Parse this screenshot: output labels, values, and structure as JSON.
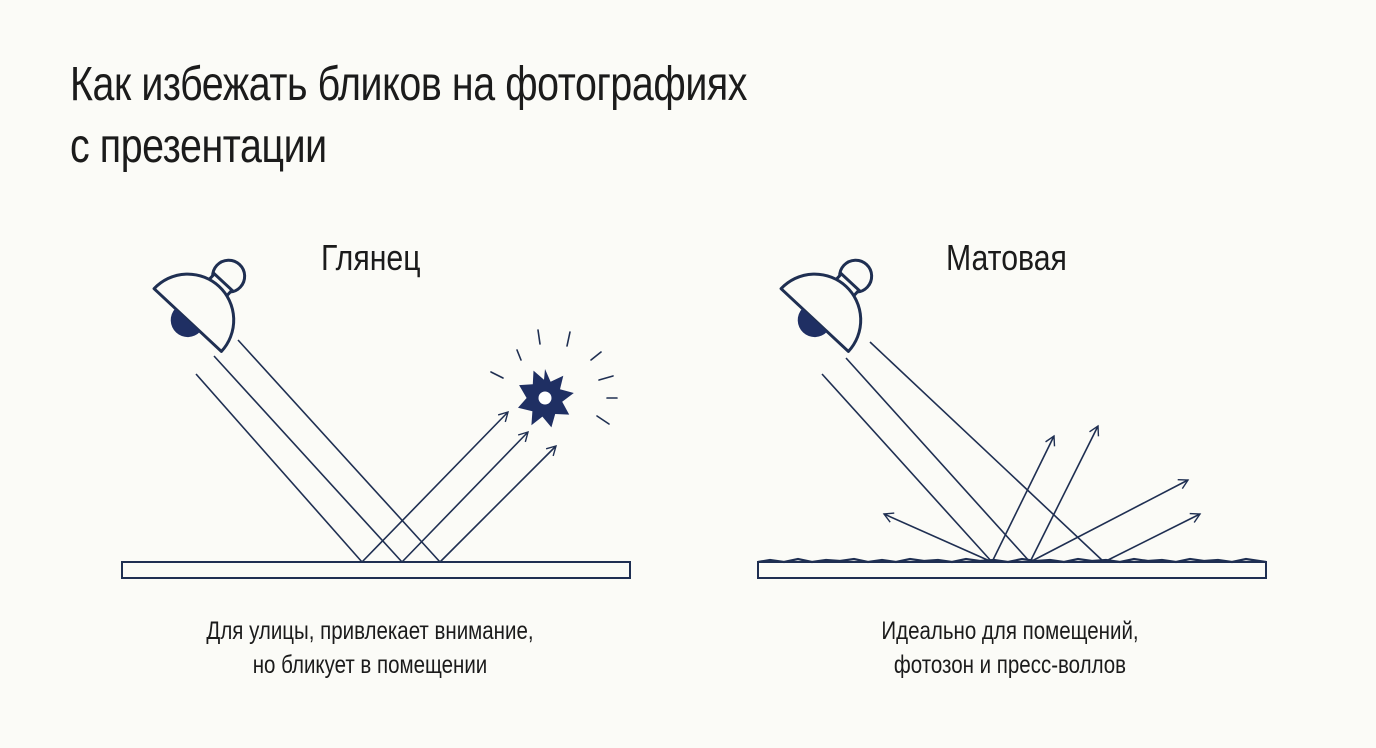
{
  "title": {
    "line1": "Как избежать бликов на фотографиях",
    "line2": "с презентации"
  },
  "panels": [
    {
      "id": "glossy",
      "heading": "Глянец",
      "caption_line1": "Для улицы, привлекает внимание,",
      "caption_line2": "но бликует в помещении"
    },
    {
      "id": "matte",
      "heading": "Матовая",
      "caption_line1": "Идеально для помещений,",
      "caption_line2": "фотозон и пресс-воллов"
    }
  ],
  "colors": {
    "ink": "#1f2f52",
    "lamp_bulb": "#1f2f63",
    "background": "#fbfbf7",
    "text": "#1b1b1b"
  },
  "icons": [
    "lamp-icon",
    "glare-burst-icon"
  ]
}
